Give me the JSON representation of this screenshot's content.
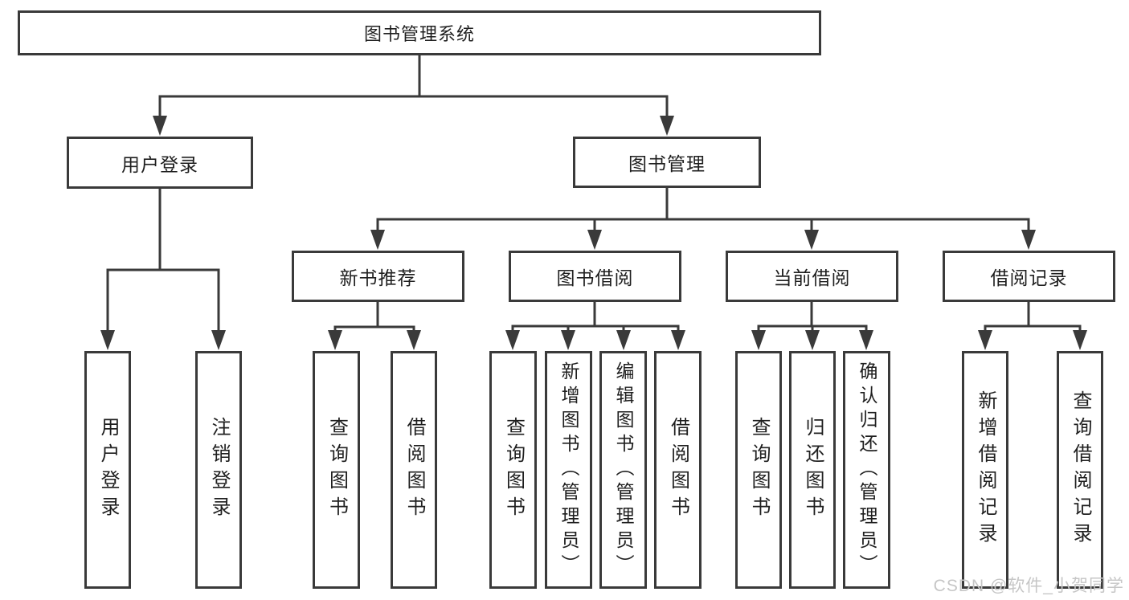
{
  "diagram": {
    "type": "tree",
    "root": {
      "label": "图书管理系统",
      "children": [
        {
          "label": "用户登录",
          "children": [
            {
              "label": "用户登录"
            },
            {
              "label": "注销登录"
            }
          ]
        },
        {
          "label": "图书管理",
          "children": [
            {
              "label": "新书推荐",
              "children": [
                {
                  "label": "查询图书"
                },
                {
                  "label": "借阅图书"
                }
              ]
            },
            {
              "label": "图书借阅",
              "children": [
                {
                  "label": "查询图书"
                },
                {
                  "label": "新增图书（管理员）"
                },
                {
                  "label": "编辑图书（管理员）"
                },
                {
                  "label": "借阅图书"
                }
              ]
            },
            {
              "label": "当前借阅",
              "children": [
                {
                  "label": "查询图书"
                },
                {
                  "label": "归还图书"
                },
                {
                  "label": "确认归还（管理员）"
                }
              ]
            },
            {
              "label": "借阅记录",
              "children": [
                {
                  "label": "新增借阅记录"
                },
                {
                  "label": "查询借阅记录"
                }
              ]
            }
          ]
        }
      ]
    }
  },
  "watermark": {
    "text": "CSDN @软件_小贺同学",
    "color": "#c6c6c6"
  },
  "colors": {
    "line": "#3a3a3a",
    "text": "#1f1f1f",
    "background": "#ffffff"
  }
}
